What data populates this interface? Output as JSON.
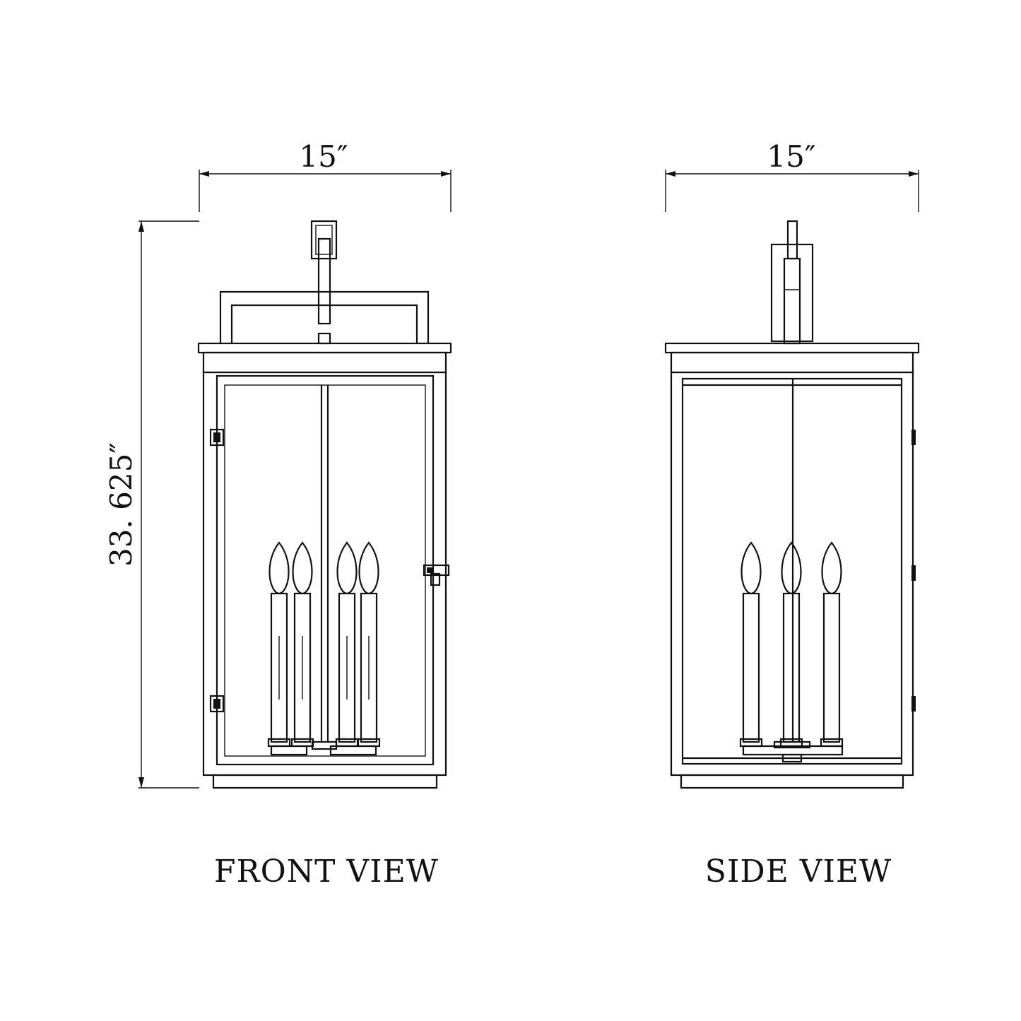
{
  "front_view": {
    "width_label": "15″",
    "height_label": "33. 625″",
    "view_label": "FRONT VIEW"
  },
  "side_view": {
    "width_label": "15″",
    "view_label": "SIDE VIEW"
  },
  "colors": {
    "line": "#111111",
    "background": "#ffffff"
  }
}
